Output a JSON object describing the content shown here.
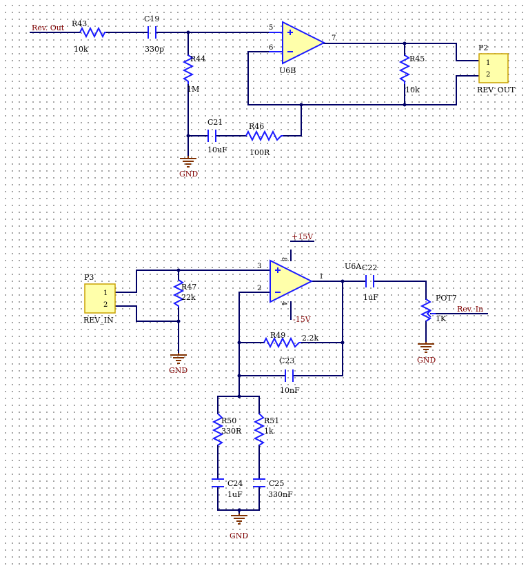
{
  "nets": {
    "rev_out_in": "Rev. Out",
    "rev_in_in": "Rev. In",
    "gnd": "GND",
    "vpos": "+15V",
    "vneg": "-15V"
  },
  "components": {
    "R43": {
      "ref": "R43",
      "value": "10k"
    },
    "C19": {
      "ref": "C19",
      "value": "330p"
    },
    "R44": {
      "ref": "R44",
      "value": "1M"
    },
    "U6B": {
      "ref": "U6B",
      "pin_plus": "5",
      "pin_minus": "6",
      "pin_out": "7"
    },
    "R45": {
      "ref": "R45",
      "value": "10k"
    },
    "C21": {
      "ref": "C21",
      "value": "10uF"
    },
    "R46": {
      "ref": "R46",
      "value": "100R"
    },
    "P2": {
      "ref": "P2",
      "name": "REV_OUT",
      "pin1": "1",
      "pin2": "2"
    },
    "P3": {
      "ref": "P3",
      "name": "REV_IN",
      "pin1": "1",
      "pin2": "2"
    },
    "R47": {
      "ref": "R47",
      "value": "22k"
    },
    "U6A": {
      "ref": "U6A",
      "pin_plus": "3",
      "pin_minus": "2",
      "pin_out": "1",
      "pin_vp": "8",
      "pin_vn": "4"
    },
    "C22": {
      "ref": "C22",
      "value": "1uF"
    },
    "POT7": {
      "ref": "POT7",
      "value": "1K"
    },
    "R49": {
      "ref": "R49",
      "value": "2.2k"
    },
    "C23": {
      "ref": "C23",
      "value": "10nF"
    },
    "R50": {
      "ref": "R50",
      "value": "330R"
    },
    "R51": {
      "ref": "R51",
      "value": "1k"
    },
    "C24": {
      "ref": "C24",
      "value": "1uF"
    },
    "C25": {
      "ref": "C25",
      "value": "330nF"
    }
  },
  "colors": {
    "wire": "#000066",
    "component": "#1a1aff",
    "ground": "#803000",
    "net_label": "#800000",
    "opamp_fill": "#ffffaa",
    "connector_border": "#c8a000"
  }
}
